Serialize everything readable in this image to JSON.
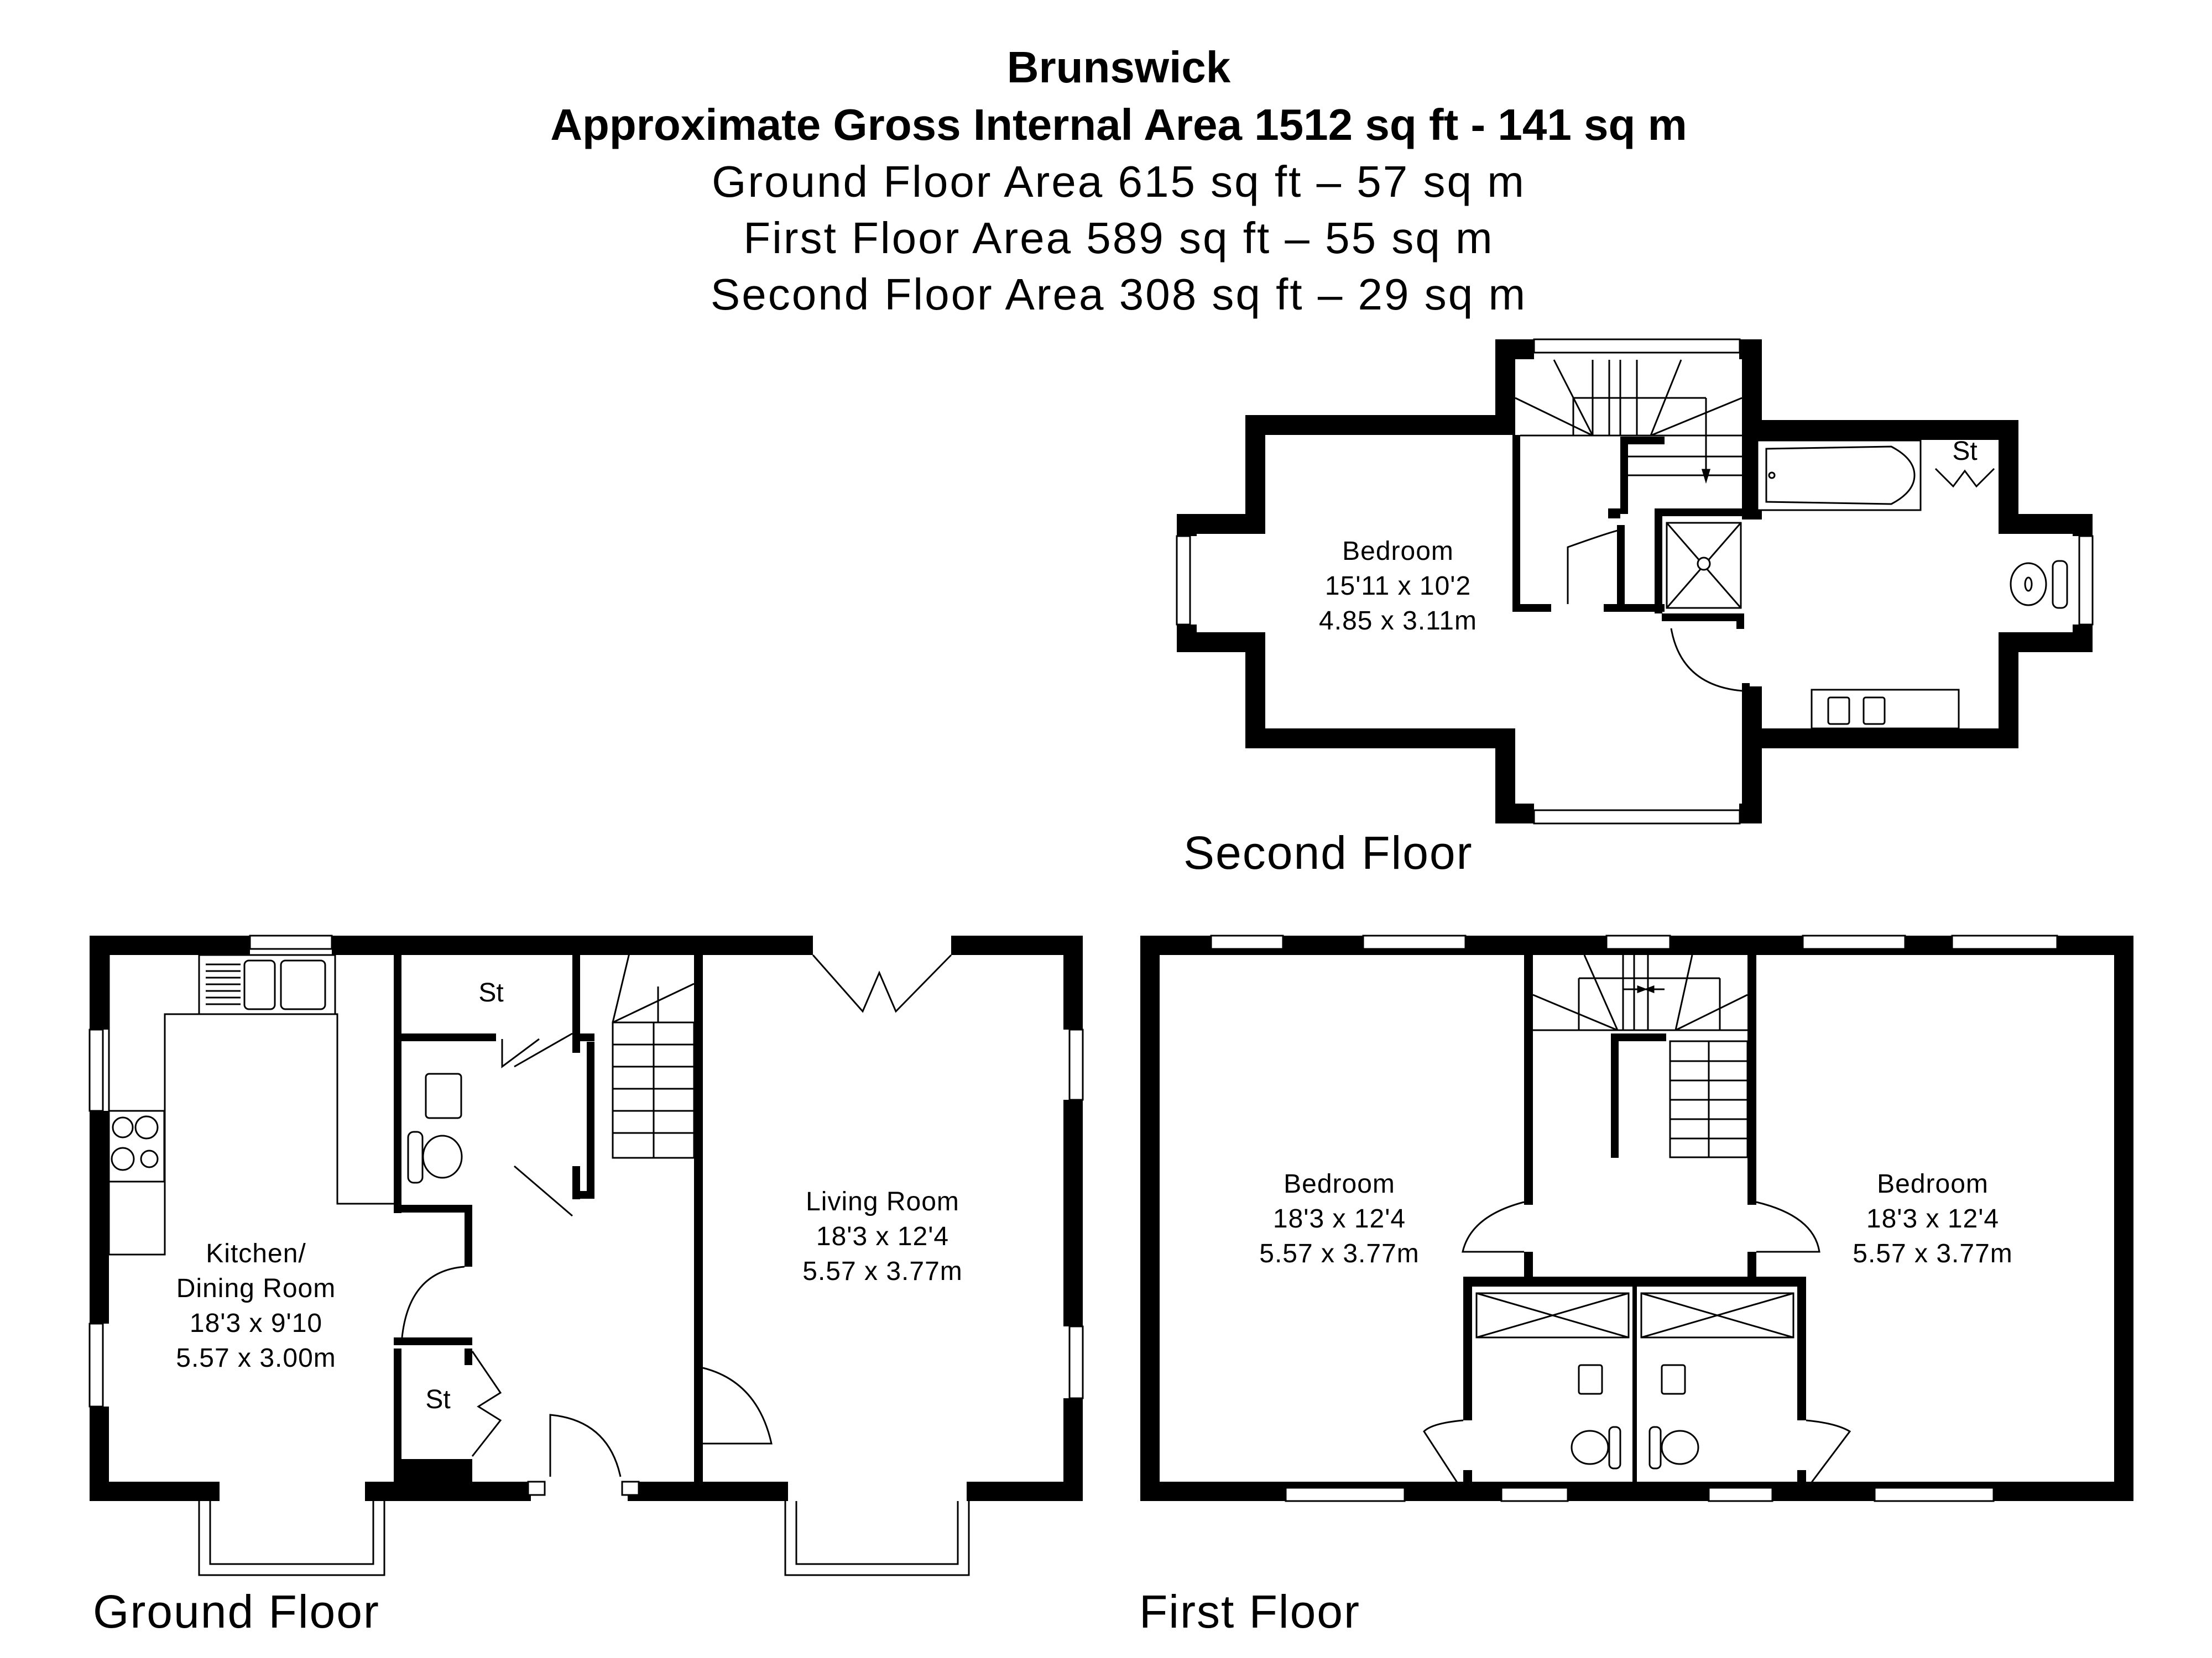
{
  "header": {
    "property_name": "Brunswick",
    "gross_area": "Approximate Gross Internal Area 1512 sq ft - 141 sq m",
    "floor_areas": [
      "Ground Floor Area 615 sq ft – 57 sq m",
      "First Floor Area 589 sq ft – 55 sq m",
      "Second Floor Area 308 sq ft – 29 sq m"
    ]
  },
  "floors": {
    "second": {
      "label": "Second Floor",
      "rooms": [
        {
          "name": "Bedroom",
          "imperial": "15'11 x 10'2",
          "metric": "4.85 x 3.11m"
        }
      ],
      "storage_label": "St"
    },
    "ground": {
      "label": "Ground Floor",
      "rooms": [
        {
          "name_line1": "Kitchen/",
          "name_line2": "Dining Room",
          "imperial": "18'3 x 9'10",
          "metric": "5.57 x 3.00m"
        },
        {
          "name": "Living Room",
          "imperial": "18'3 x 12'4",
          "metric": "5.57 x 3.77m"
        }
      ],
      "storage_labels": [
        "St",
        "St"
      ]
    },
    "first": {
      "label": "First Floor",
      "rooms": [
        {
          "name": "Bedroom",
          "imperial": "18'3 x 12'4",
          "metric": "5.57 x 3.77m"
        },
        {
          "name": "Bedroom",
          "imperial": "18'3 x 12'4",
          "metric": "5.57 x 3.77m"
        }
      ]
    }
  },
  "colors": {
    "wall": "#000000",
    "background": "#ffffff",
    "line": "#000000"
  }
}
